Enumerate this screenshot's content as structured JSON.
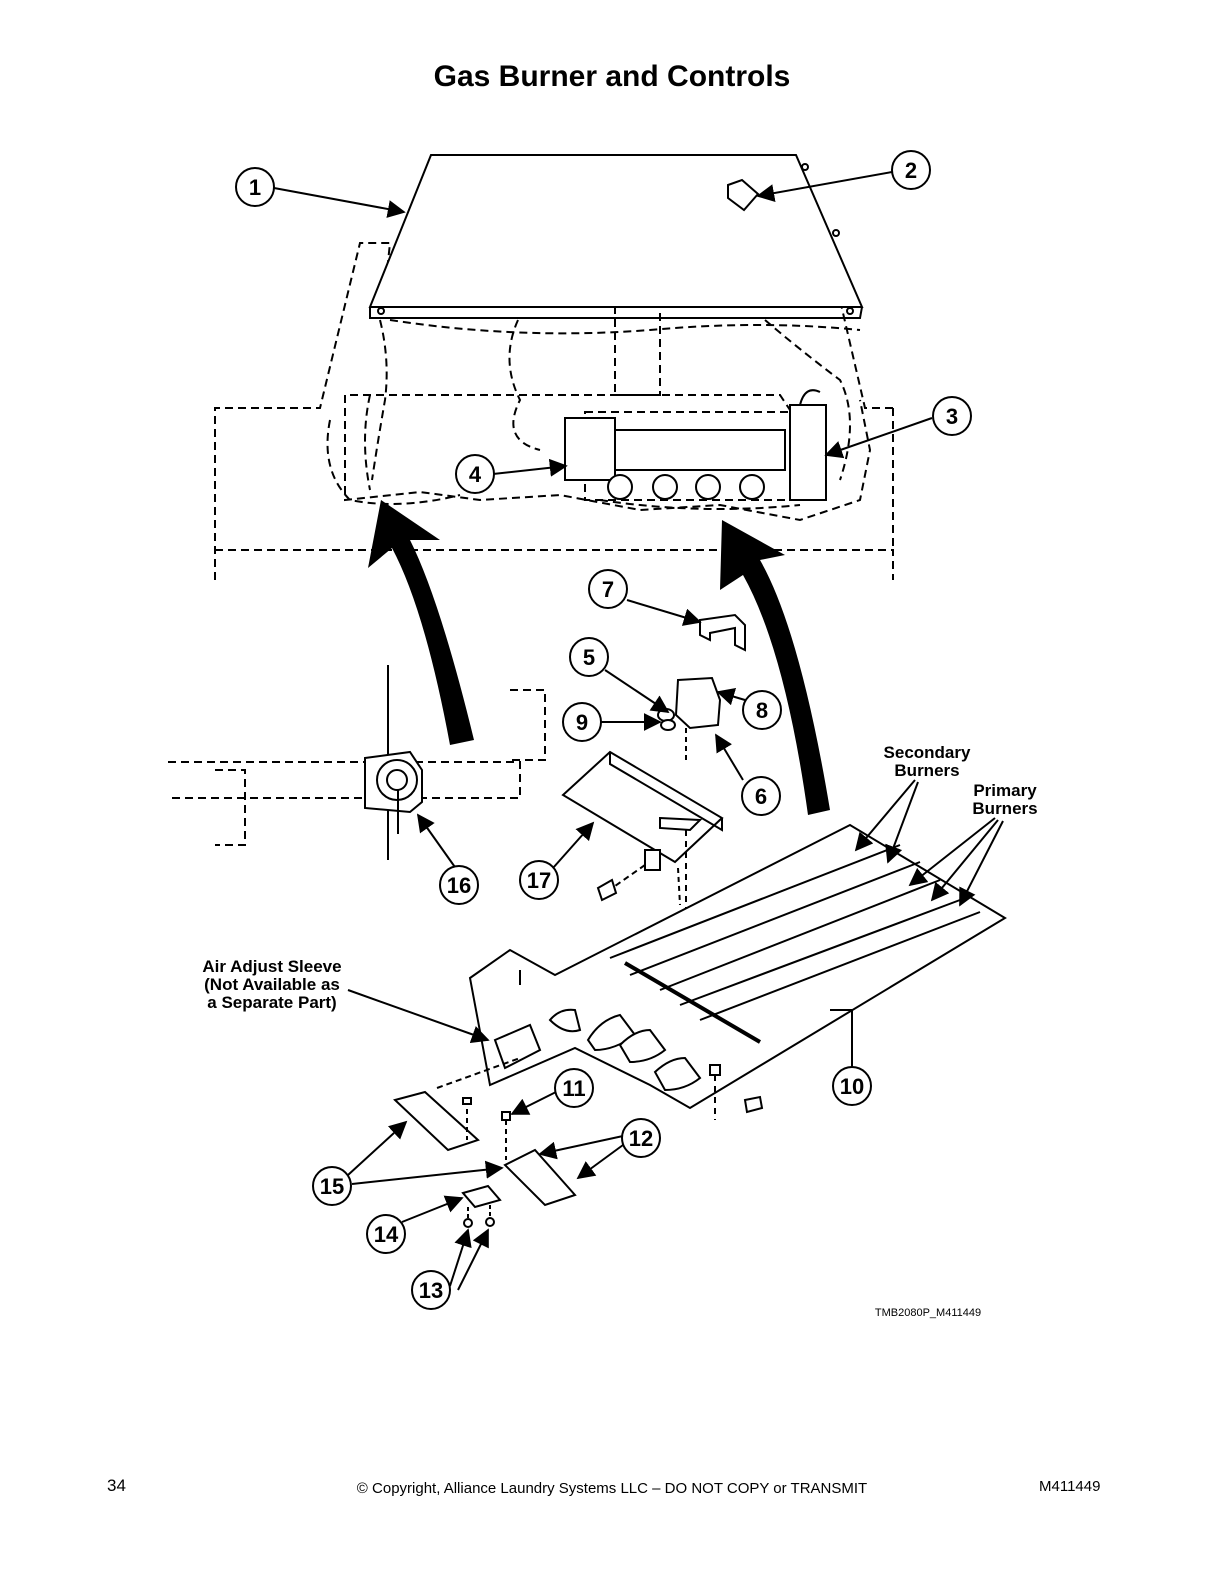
{
  "title": "Gas Burner and Controls",
  "callouts": [
    "1",
    "2",
    "3",
    "4",
    "5",
    "6",
    "7",
    "8",
    "9",
    "10",
    "11",
    "12",
    "13",
    "14",
    "15",
    "16",
    "17"
  ],
  "labels": {
    "secondary_burners": [
      "Secondary",
      "Burners"
    ],
    "primary_burners": [
      "Primary",
      "Burners"
    ],
    "air_adjust_sleeve": [
      "Air Adjust Sleeve",
      "(Not Available as",
      "a Separate Part)"
    ]
  },
  "drawing_id": "TMB2080P_M411449",
  "footer": {
    "page_number": "34",
    "copyright": "© Copyright, Alliance Laundry Systems LLC – DO NOT COPY or TRANSMIT",
    "doc_number": "M411449"
  }
}
